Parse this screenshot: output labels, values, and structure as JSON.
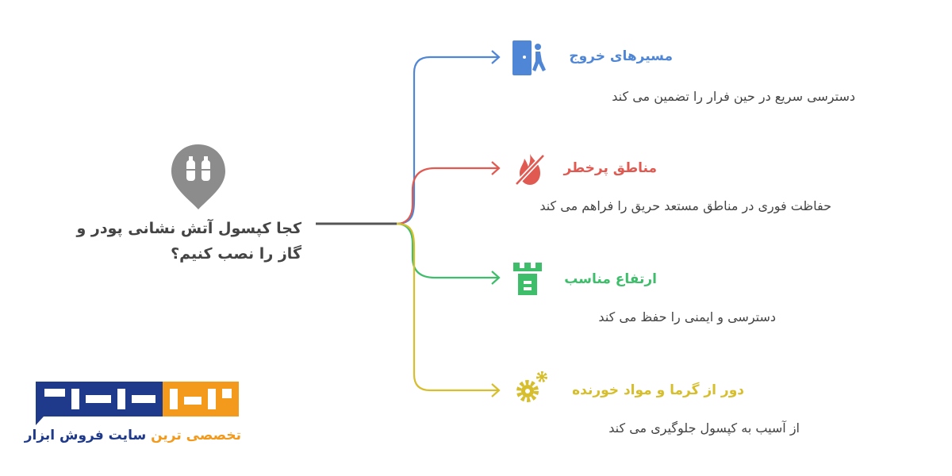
{
  "center": {
    "question": "کجا کپسول آتش نشانی پودر و گاز را نصب کنیم؟",
    "icon": "gas-cylinders-location-pin-icon"
  },
  "items": [
    {
      "title": "مسیرهای خروج",
      "description": "دسترسی سریع در حین فرار را تضمین می کند",
      "icon": "emergency-exit-icon",
      "color": "#4f86d6"
    },
    {
      "title": "مناطق پرخطر",
      "description": "حفاظت فوری در مناطق مستعد حریق را فراهم می کند",
      "icon": "no-fire-icon",
      "color": "#e05a52"
    },
    {
      "title": "ارتفاع مناسب",
      "description": "دسترسی و ایمنی را حفظ می کند",
      "icon": "tower-icon",
      "color": "#3ebd6b"
    },
    {
      "title": "دور از گرما و مواد خورنده",
      "description": "از آسیب به کپسول جلوگیری می کند",
      "icon": "gears-icon",
      "color": "#d6be2c"
    }
  ],
  "logo": {
    "brand_part1": "کالا",
    "brand_part2": "عمران",
    "tagline_part1": "تخصصی ترین",
    "tagline_part2": "سایت فروش ابزار",
    "primary_color": "#1f3a8a",
    "accent_color": "#f39a1c"
  }
}
